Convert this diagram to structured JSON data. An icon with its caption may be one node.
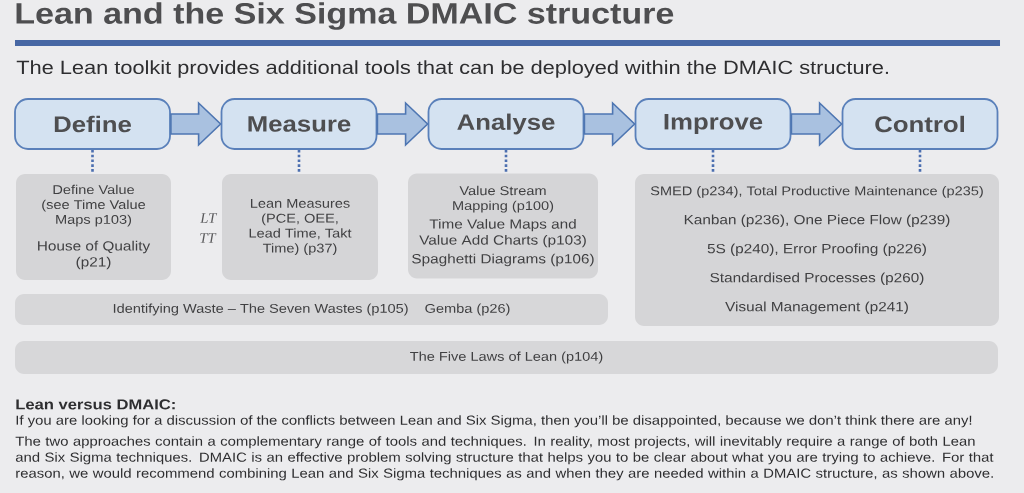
{
  "diagram": {
    "title": "Lean and the Six Sigma DMAIC structure",
    "nodes": [
      {
        "text": [
          "Define"
        ]
      },
      {
        "text": [
          "Measure"
        ]
      },
      {
        "text": [
          "Analyse"
        ]
      },
      {
        "text": [
          "Improve"
        ]
      },
      {
        "text": [
          "Control"
        ]
      },
      {
        "text": [
          "Define Value (see Time Value Maps p103)",
          "House of Quality (p21)"
        ]
      },
      {
        "text": [
          "Lean Measures (PCE, OEE, Lead Time, Takt Time) (p37)"
        ]
      },
      {
        "text": [
          "Value Stream Mapping (p100)",
          "Time Value Maps and Value Add Charts (p103)",
          "Spaghetti Diagrams (p106)"
        ]
      },
      {
        "text": [
          "SMED (p234), Total Productive Maintenance (p235)",
          "Kanban (p236), One Piece Flow (p239)",
          "5S (p240), Error Proofing (p226)",
          "Standardised Processes (p260)",
          "Visual Management (p241)"
        ]
      },
      {
        "text": [
          "Identifying Waste – The Seven Wastes (p105)",
          "Gemba (p26)"
        ]
      },
      {
        "text": [
          "The Five Laws of Lean (p104)"
        ]
      }
    ],
    "edges": [
      {
        "from": 0,
        "to": 1,
        "arrow": "to",
        "style": "thick"
      },
      {
        "from": 1,
        "to": 2,
        "arrow": "to",
        "style": "thick"
      },
      {
        "from": 2,
        "to": 3,
        "arrow": "to",
        "style": "thick"
      },
      {
        "from": 3,
        "to": 4,
        "arrow": "to",
        "style": "thick"
      },
      {
        "from": 0,
        "to": 5,
        "arrow": "none",
        "style": "dashed"
      },
      {
        "from": 1,
        "to": 6,
        "arrow": "none",
        "style": "dashed"
      },
      {
        "from": 2,
        "to": 7,
        "arrow": "none",
        "style": "dashed"
      },
      {
        "from": 3,
        "to": 8,
        "arrow": "none",
        "style": "dashed"
      },
      {
        "from": 4,
        "to": 8,
        "arrow": "none",
        "style": "dashed"
      }
    ],
    "labels": [
      "The Lean toolkit provides additional tools that can be deployed within the DMAIC structure.",
      "LT",
      "TT",
      "Lean versus DMAIC:",
      "If you are looking for a discussion of the conflicts between Lean and Six Sigma, then you’ll be disappointed, because we don’t think there are any!",
      "The two approaches contain a complementary range of tools and techniques. In reality, most projects, will inevitably require a range of both Lean and Six Sigma techniques. DMAIC is an effective problem solving structure that helps you to be clear about what you are trying to achieve. For that reason, we would recommend combining Lean and Six Sigma techniques as and when they are needed within a DMAIC structure, as shown above."
    ]
  }
}
